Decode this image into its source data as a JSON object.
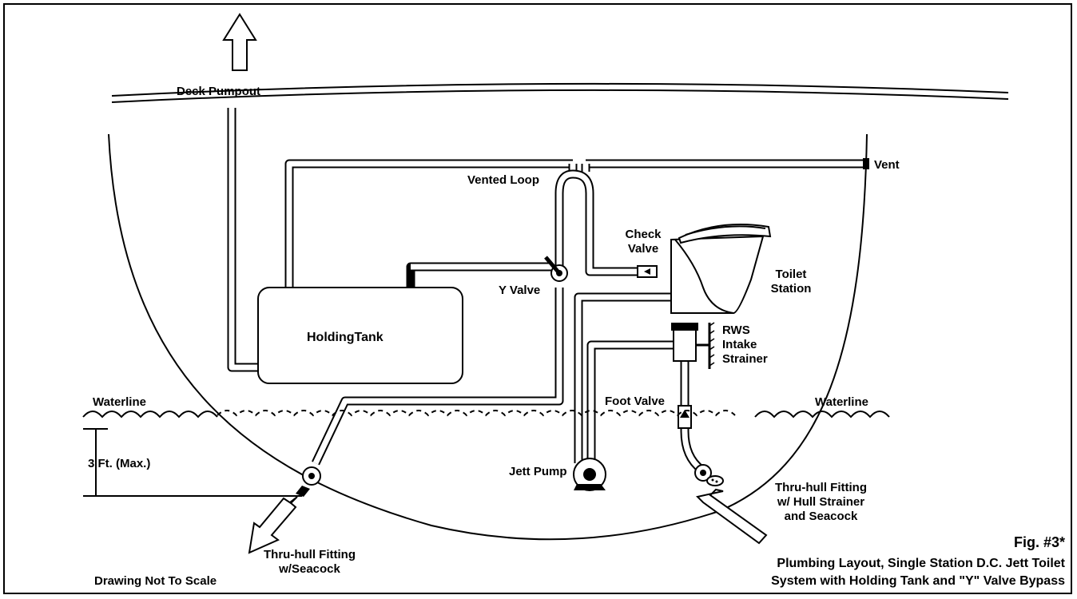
{
  "labels": {
    "deck_pumpout": "Deck Pumpout",
    "vent": "Vent",
    "vented_loop": "Vented Loop",
    "check_valve_1": "Check",
    "check_valve_2": "Valve",
    "toilet_station_1": "Toilet",
    "toilet_station_2": "Station",
    "y_valve": "Y Valve",
    "holding_tank": "HoldingTank",
    "rws_1": "RWS",
    "rws_2": "Intake",
    "rws_3": "Strainer",
    "waterline_left": "Waterline",
    "waterline_right": "Waterline",
    "foot_valve": "Foot Valve",
    "depth": "3 Ft. (Max.)",
    "jett_pump": "Jett Pump",
    "thru_hull_right_1": "Thru-hull Fitting",
    "thru_hull_right_2": "w/ Hull Strainer",
    "thru_hull_right_3": "and Seacock",
    "thru_hull_left_1": "Thru-hull Fitting",
    "thru_hull_left_2": "w/Seacock",
    "not_to_scale": "Drawing Not To Scale"
  },
  "caption": {
    "fig": "Fig. #3*",
    "line1": "Plumbing Layout, Single Station D.C. Jett Toilet",
    "line2": "System with Holding Tank and \"Y\" Valve Bypass"
  }
}
